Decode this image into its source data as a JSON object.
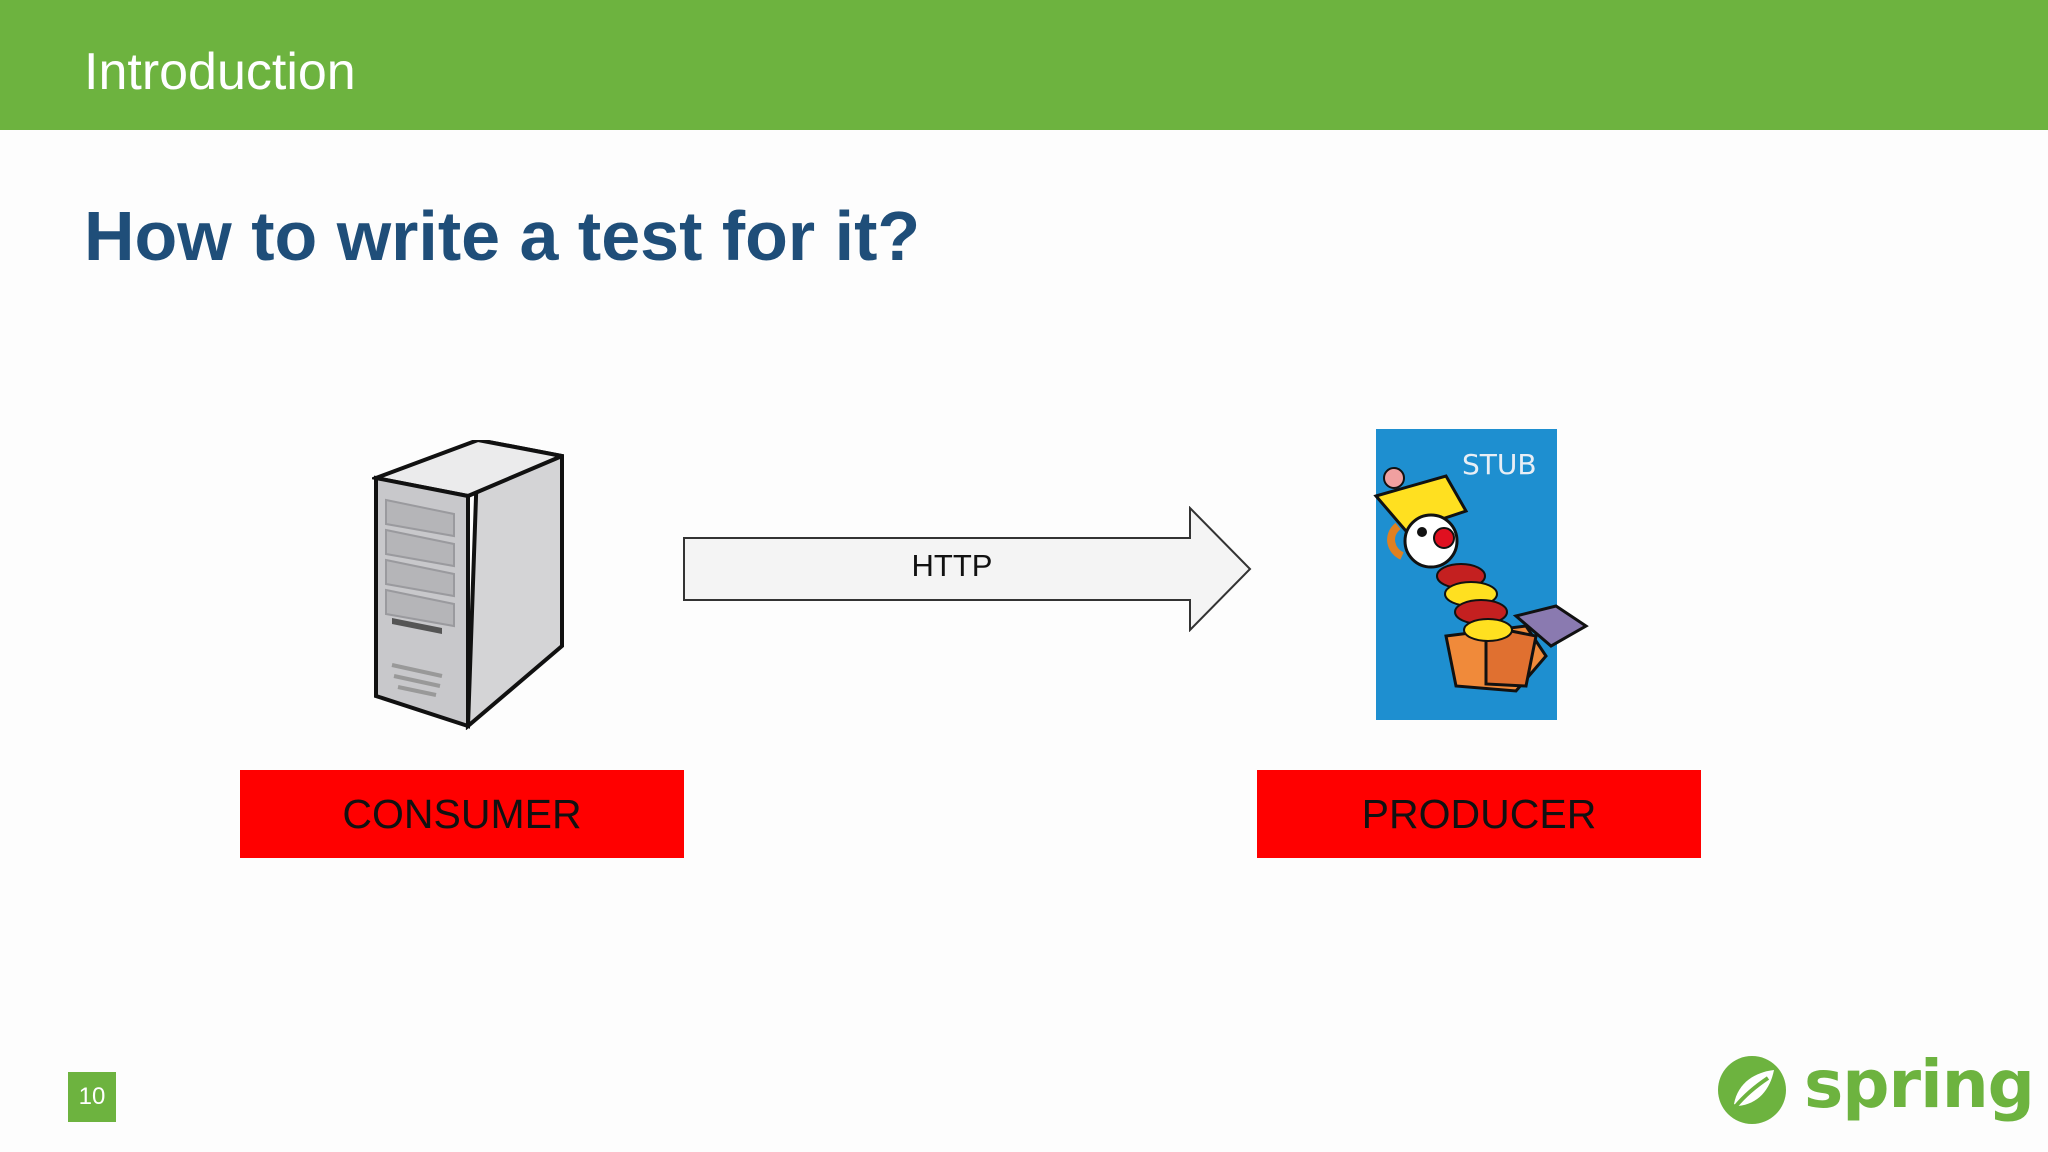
{
  "header": {
    "section_title": "Introduction"
  },
  "slide": {
    "heading": "How to write a test for it?",
    "page_number": "10"
  },
  "diagram": {
    "consumer_label": "CONSUMER",
    "producer_label": "PRODUCER",
    "arrow_label": "HTTP",
    "stub_label": "STUB",
    "icons": [
      "server-tower-icon",
      "jack-in-the-box-clown-icon"
    ]
  },
  "branding": {
    "logo_text": "spring",
    "logo_icon": "spring-leaf-icon"
  },
  "colors": {
    "header_green": "#6db33f",
    "heading_blue": "#1f4e79",
    "role_red": "#ff0000",
    "stub_blue": "#1e8fd0"
  }
}
